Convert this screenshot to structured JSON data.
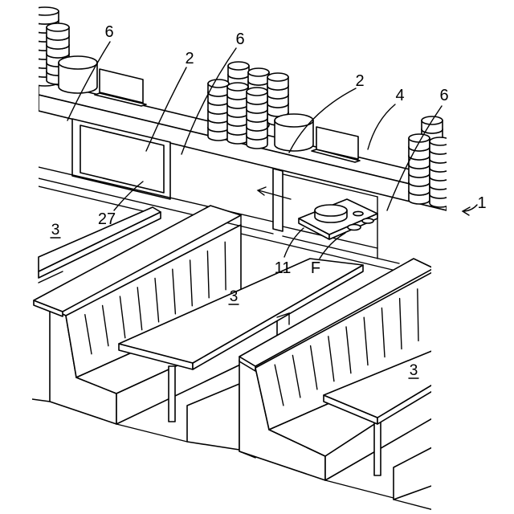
{
  "style": {
    "line_color": "#000000",
    "background": "#ffffff"
  },
  "labels": {
    "shelf_left_6": "6",
    "lane_left_2": "2",
    "wall_mid_6": "6",
    "lane_right_2": "2",
    "shelf_4": "4",
    "panel_right_6": "6",
    "system_1": "1",
    "window_27": "27",
    "table_left_3": "3",
    "table_mid_3": "3",
    "tray_11": "11",
    "tray_F": "F",
    "table_right_3": "3"
  }
}
